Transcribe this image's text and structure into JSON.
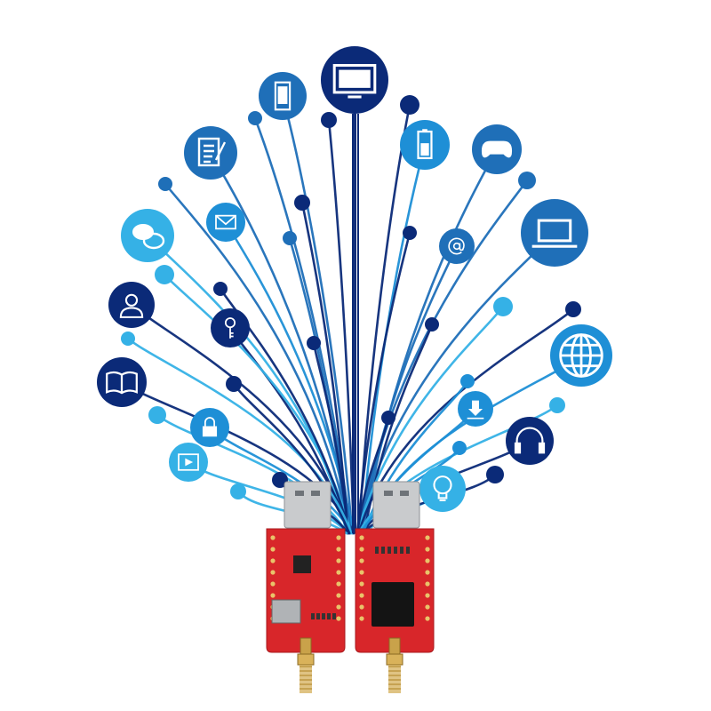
{
  "colors": {
    "navy": "#0b2a78",
    "mid_blue": "#1f6fb8",
    "bright_blue": "#1e8fd6",
    "light_blue": "#35b1e6",
    "board_red": "#d8262a",
    "usb_metal": "#c9cbcd",
    "connector_gold": "#c9a24a",
    "chip_black": "#141414"
  },
  "icons": [
    {
      "name": "tv-icon",
      "color": "navy"
    },
    {
      "name": "smartphone-icon",
      "color": "mid_blue"
    },
    {
      "name": "document-edit-icon",
      "color": "mid_blue"
    },
    {
      "name": "battery-icon",
      "color": "bright_blue"
    },
    {
      "name": "gamepad-icon",
      "color": "mid_blue"
    },
    {
      "name": "chat-bubbles-icon",
      "color": "light_blue"
    },
    {
      "name": "envelope-icon",
      "color": "bright_blue"
    },
    {
      "name": "laptop-icon",
      "color": "mid_blue"
    },
    {
      "name": "at-sign-icon",
      "color": "mid_blue"
    },
    {
      "name": "user-icon",
      "color": "navy"
    },
    {
      "name": "key-icon",
      "color": "navy"
    },
    {
      "name": "globe-icon",
      "color": "bright_blue"
    },
    {
      "name": "book-icon",
      "color": "navy"
    },
    {
      "name": "lock-icon",
      "color": "bright_blue"
    },
    {
      "name": "download-icon",
      "color": "bright_blue"
    },
    {
      "name": "headphones-icon",
      "color": "navy"
    },
    {
      "name": "video-icon",
      "color": "light_blue"
    },
    {
      "name": "lightbulb-icon",
      "color": "light_blue"
    }
  ],
  "devices": [
    {
      "name": "usb-sdr-dongle-left"
    },
    {
      "name": "usb-sdr-dongle-right"
    }
  ]
}
